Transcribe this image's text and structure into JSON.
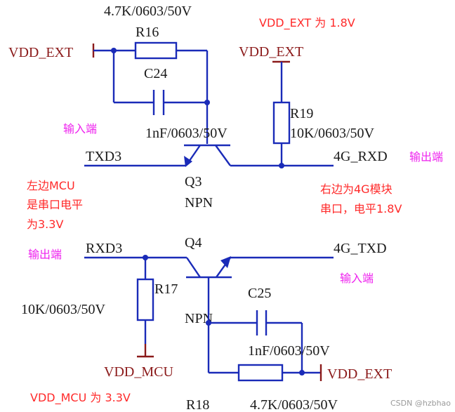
{
  "nets": {
    "vdd_ext": "VDD_EXT",
    "txd3": "TXD3",
    "rxd3": "RXD3",
    "g4_rxd": "4G_RXD",
    "g4_txd": "4G_TXD",
    "vdd_mcu": "VDD_MCU"
  },
  "components": {
    "r16": {
      "ref": "R16",
      "value": "4.7K/0603/50V"
    },
    "c24": {
      "ref": "C24",
      "value": "1nF/0603/50V"
    },
    "r19": {
      "ref": "R19",
      "value": "10K/0603/50V"
    },
    "q3": {
      "ref": "Q3",
      "type": "NPN"
    },
    "q4": {
      "ref": "Q4",
      "type": "NPN"
    },
    "r17": {
      "ref": "R17",
      "value": "10K/0603/50V"
    },
    "c25": {
      "ref": "C25",
      "value": "1nF/0603/50V"
    },
    "r18": {
      "ref": "R18",
      "value": "4.7K/0603/50V"
    }
  },
  "annotations": {
    "vdd_ext_note": "VDD_EXT 为 1.8V",
    "vdd_mcu_note": "VDD_MCU 为 3.3V",
    "input_top": "输入端",
    "output_top": "输出端",
    "output_left": "输出端",
    "input_right": "输入端",
    "left_mcu_1": "左边MCU",
    "left_mcu_2": "是串口电平",
    "left_mcu_3": "为3.3V",
    "right_4g_1": "右边为4G模块",
    "right_4g_2": "串口，电平1.8V"
  },
  "watermark": "CSDN @hzbhao",
  "colors": {
    "wire": "#1a2bb8",
    "power_net": "#8b1a1a",
    "note_red": "#ff2a2a",
    "note_magenta": "#ee22ee"
  }
}
